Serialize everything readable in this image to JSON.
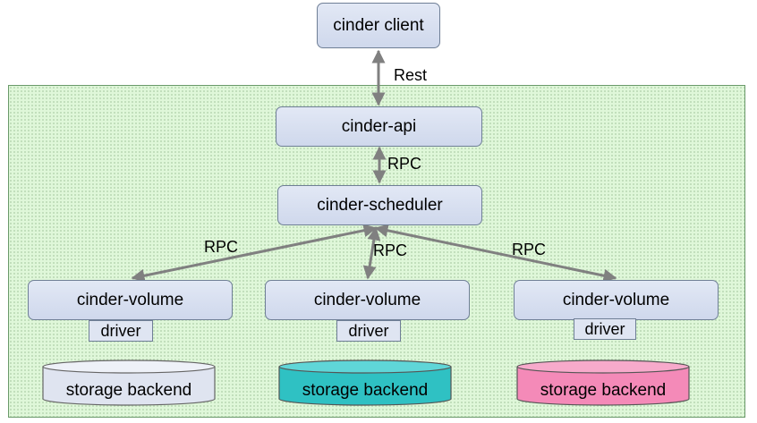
{
  "client": "cinder client",
  "rest_label": "Rest",
  "api": "cinder-api",
  "rpc_api_scheduler": "RPC",
  "scheduler": "cinder-scheduler",
  "rpc_left": "RPC",
  "rpc_middle": "RPC",
  "rpc_right": "RPC",
  "volumes": [
    {
      "label": "cinder-volume",
      "driver": "driver",
      "storage": "storage backend",
      "color": "#dfe4f0"
    },
    {
      "label": "cinder-volume",
      "driver": "driver",
      "storage": "storage backend",
      "color": "#2fc1c3"
    },
    {
      "label": "cinder-volume",
      "driver": "driver",
      "storage": "storage backend",
      "color": "#f48ab8"
    }
  ],
  "colors": {
    "background_area": "#dff7d9",
    "box_fill": "#d8dff0",
    "arrow": "#808080"
  }
}
